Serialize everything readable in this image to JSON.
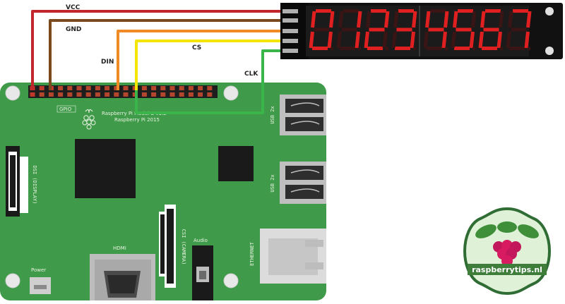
{
  "wires": {
    "vcc": "VCC",
    "gnd": "GND",
    "din": "DIN",
    "cs": "CS",
    "clk": "CLK"
  },
  "wire_colors": {
    "vcc": "#c1272d",
    "gnd": "#7a4a1e",
    "din": "#f08a24",
    "cs": "#f4e500",
    "clk": "#39b54a"
  },
  "display": {
    "digits": [
      "0",
      "1",
      "2",
      "3",
      "4",
      "5",
      "6",
      "7"
    ],
    "segment_color": "#e02020"
  },
  "board": {
    "name": "Raspberry Pi Model B v1.2",
    "copyright": "Raspberry Pi 2015",
    "gpio_label": "GPIO",
    "dsi_label": "DSI (DISPLAY)",
    "csi_label": "CSI (CAMERA)",
    "hdmi_label": "HDMI",
    "audio_label": "Audio",
    "power_label": "Power",
    "ethernet_label": "ETHERNET",
    "usb1_label": "USB 2x",
    "usb2_label": "USB 2x",
    "color": "#3f9a4a"
  },
  "logo": {
    "text": "raspberrytips.nl"
  }
}
